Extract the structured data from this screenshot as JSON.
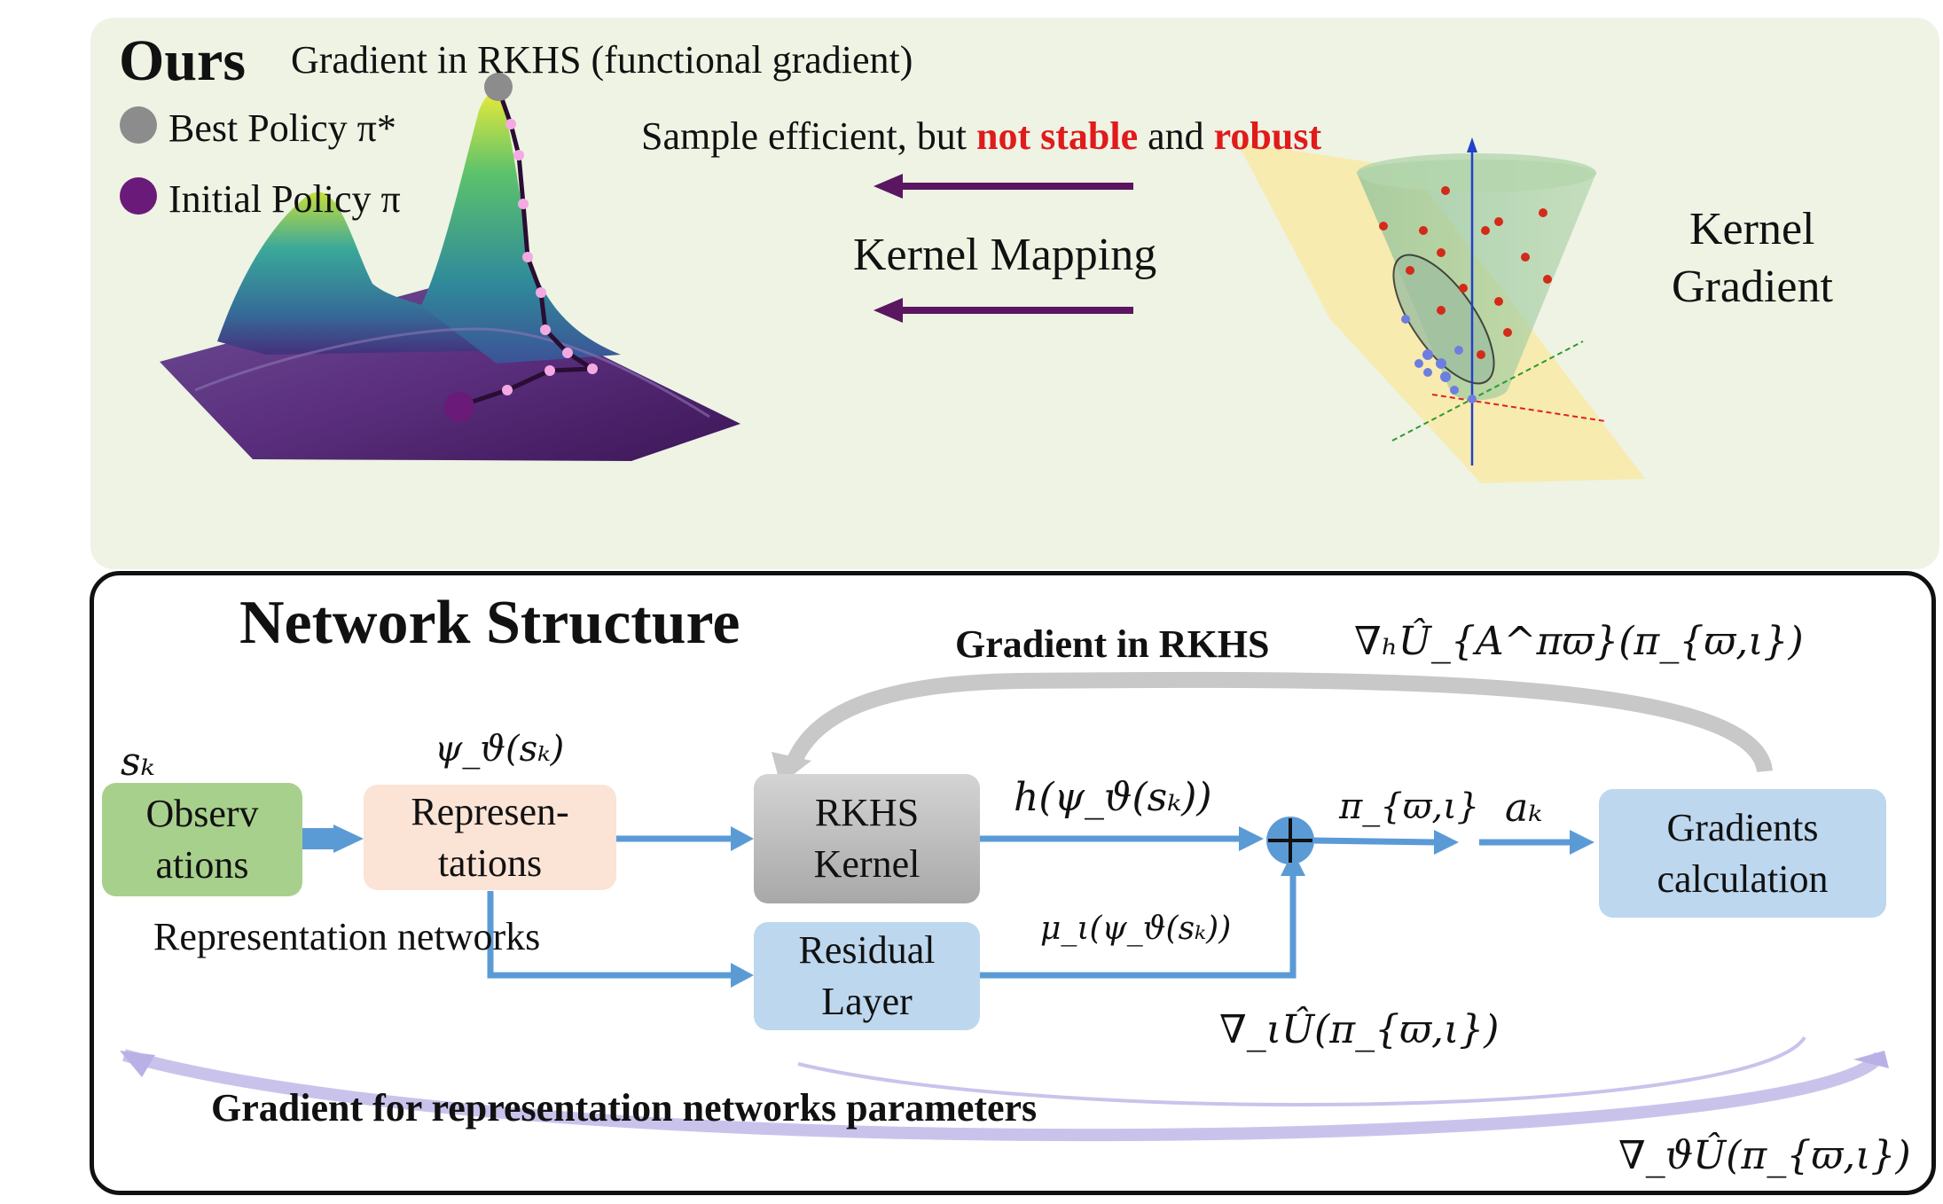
{
  "top": {
    "ours_label": "Ours",
    "heading": "Gradient in RKHS (functional gradient)",
    "legend": [
      {
        "label": "Best Policy π*",
        "color": "#8c8c8c"
      },
      {
        "label": "Initial Policy π",
        "color": "#6a1a78"
      }
    ],
    "sample_line_prefix": "Sample efficient, but ",
    "sample_line_red1": "not stable",
    "sample_line_mid": " and ",
    "sample_line_red2": "robust",
    "kernel_mapping": "Kernel Mapping",
    "kernel_gradient_line1": "Kernel",
    "kernel_gradient_line2": "Gradient"
  },
  "bottom": {
    "title": "Network Structure",
    "gradient_rkhs_label": "Gradient in RKHS",
    "gradient_rkhs_formula": "∇ₕÛ_{A^πϖ}(π_{ϖ,ι})",
    "s_k": "sₖ",
    "psi_label": "ψ_ϑ(sₖ)",
    "observations_line1": "Observ",
    "observations_line2": "ations",
    "representations_line1": "Represen-",
    "representations_line2": "tations",
    "rkhs_kernel_line1": "RKHS",
    "rkhs_kernel_line2": "Kernel",
    "residual_line1": "Residual",
    "residual_line2": "Layer",
    "gradients_calc_line1": "Gradients",
    "gradients_calc_line2": "calculation",
    "h_label": "h(ψ_ϑ(sₖ))",
    "pi_label": "π_{ϖ,ι}",
    "a_k": "aₖ",
    "mu_label": "μ_ι(ψ_ϑ(sₖ))",
    "rep_networks": "Representation networks",
    "grad_iota": "∇_ιÛ(π_{ϖ,ι})",
    "grad_rep_label": "Gradient for representation networks parameters",
    "grad_theta": "∇_ϑÛ(π_{ϖ,ι})"
  },
  "colors": {
    "arrow_blue": "#5b9bd5",
    "mapping_arrow": "#5a1660",
    "observations_fill": "#a8d08d",
    "representations_fill": "#fbe3d6",
    "rkhs_fill": "#bfbfbf",
    "residual_fill": "#bdd7ee"
  }
}
